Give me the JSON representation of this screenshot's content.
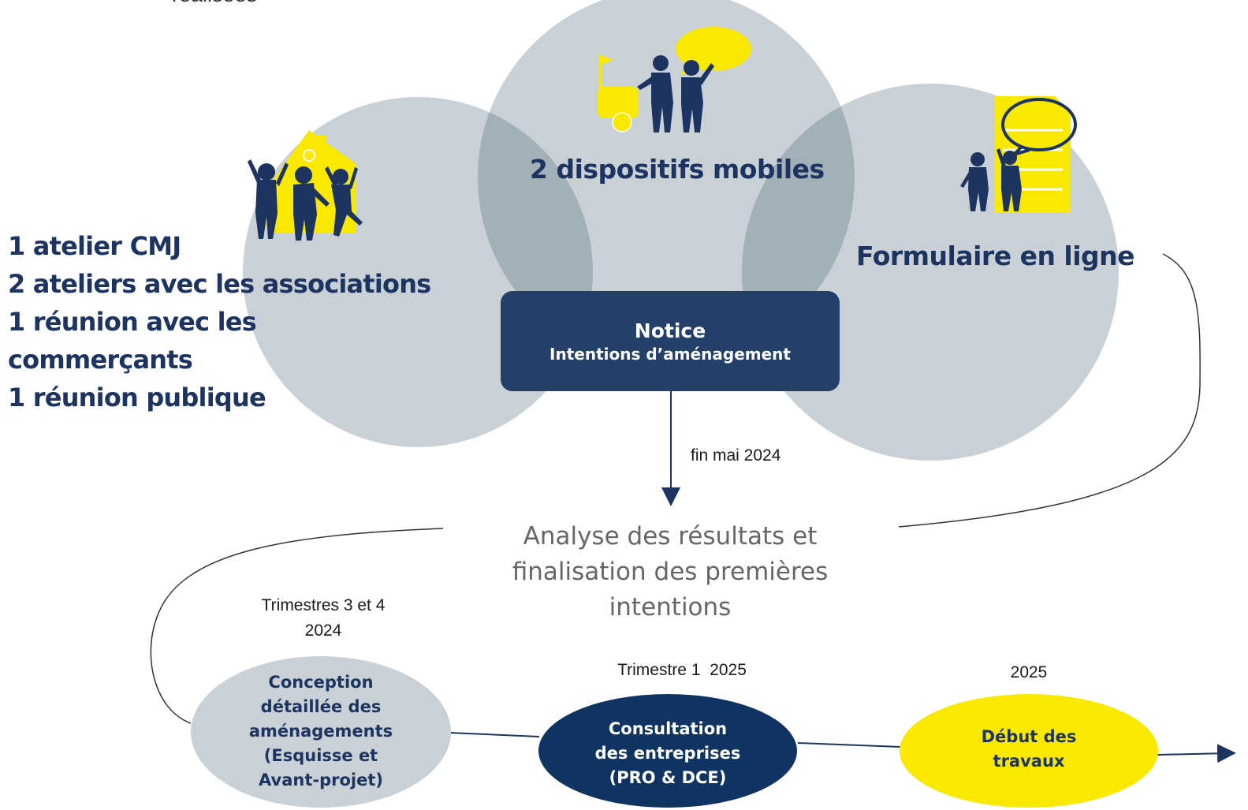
{
  "top_cut_text": "réalisées",
  "circles": {
    "left_label_lines": [
      "1 atelier CMJ",
      "2 ateliers avec les associations",
      "1 réunion avec les",
      "commerçants",
      "1 réunion publique"
    ],
    "center_label": "2 dispositifs mobiles",
    "right_label": "Formulaire en ligne"
  },
  "icons": {
    "left": "group-of-people-house-icon",
    "center": "people-with-cart-and-speech-bubble-icon",
    "right": "people-with-document-and-speech-bubble-icon"
  },
  "notice": {
    "title": "Notice",
    "subtitle": "Intentions d’aménagement"
  },
  "arrow_date": "fin mai 2024",
  "analyse_lines": [
    "Analyse des résultats et",
    "finalisation des premières",
    "intentions"
  ],
  "steps": [
    {
      "date_lines": [
        "Trimestres  3 et 4",
        "2024"
      ],
      "lines": [
        "Conception",
        "détaillée des",
        "aménagements",
        "(Esquisse et",
        "Avant-projet)"
      ]
    },
    {
      "date_lines": [
        "Trimestre 1  2025"
      ],
      "lines": [
        "Consultation",
        "des entreprises",
        "(PRO & DCE)"
      ]
    },
    {
      "date_lines": [
        "2025"
      ],
      "lines": [
        "Début des",
        "travaux"
      ]
    }
  ],
  "colors": {
    "navy": "#1d3461",
    "notice_bg": "#243f68",
    "circle_grey": "#c9d1d6",
    "overlap_grey": "#a2b0b7",
    "yellow": "#f9e800",
    "dark_navy_ellipse": "#0f3461"
  }
}
